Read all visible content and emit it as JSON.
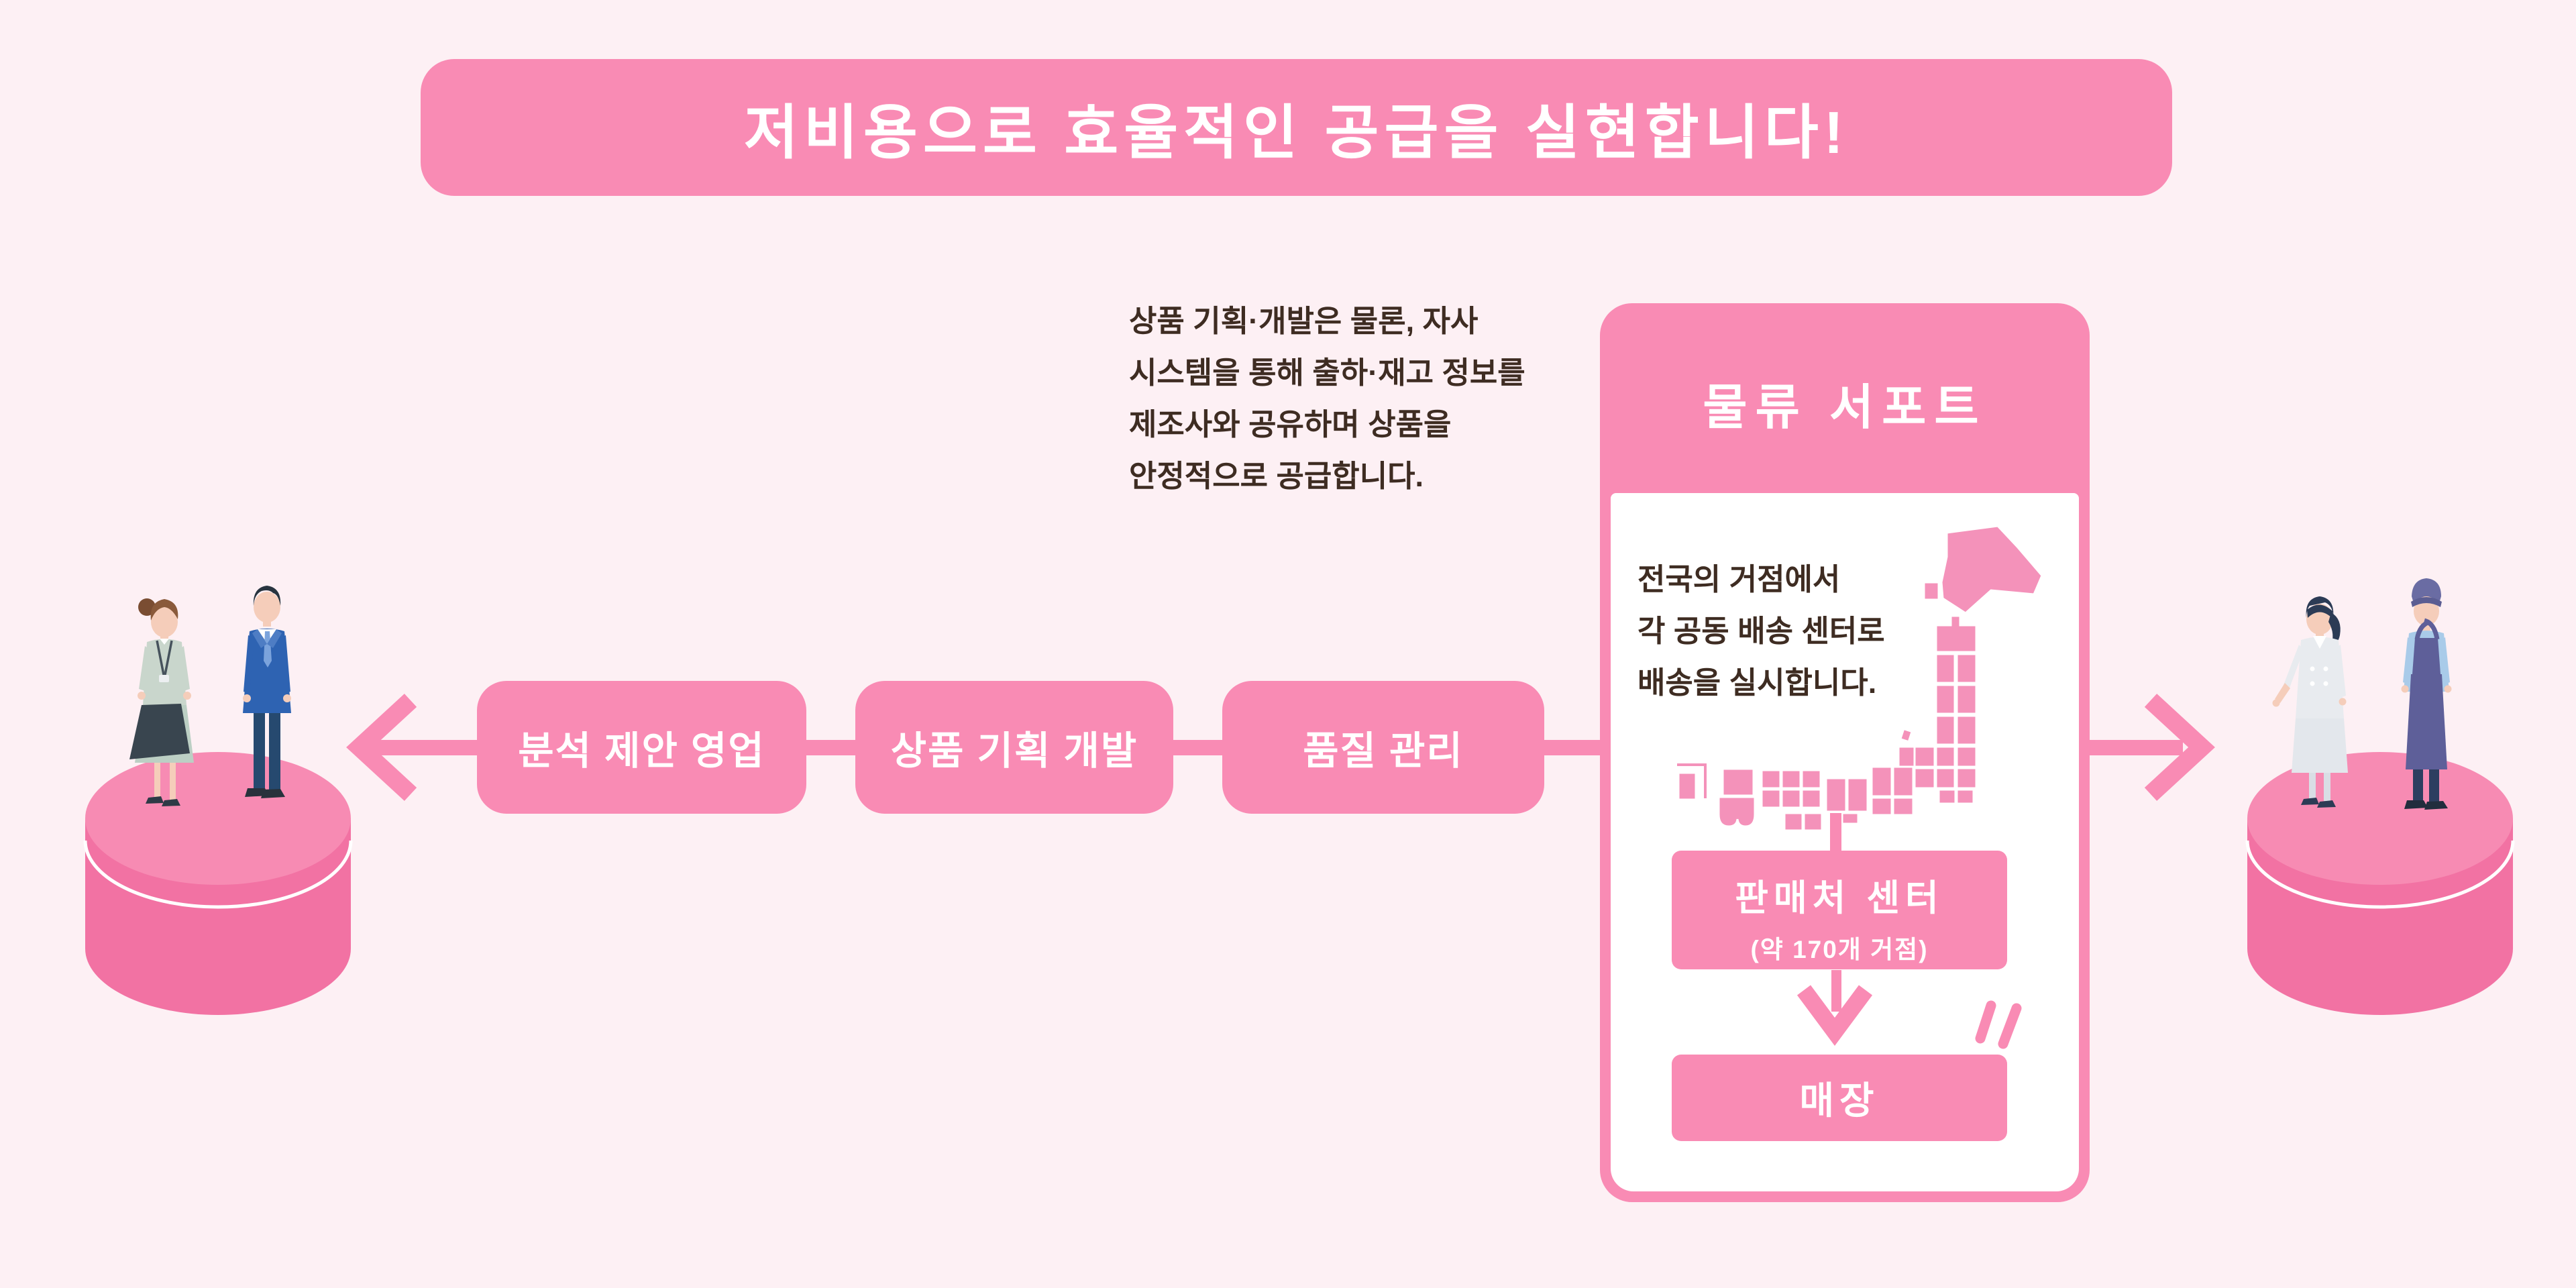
{
  "colors": {
    "background": "#FDF0F4",
    "primary_pink": "#F98BB4",
    "map_pink": "#F492BA",
    "podium_top": "#F78BB3",
    "podium_side": "#F272A3",
    "text_dark": "#3E2C22",
    "white": "#FFFFFF"
  },
  "banner": {
    "title": "저비용으로 효율적인 공급을 실현합니다!"
  },
  "annotation": {
    "lines": [
      "상품 기획·개발은 물론, 자사",
      "시스템을 통해 출하·재고 정보를",
      "제조사와 공유하며 상품을",
      "안정적으로 공급합니다."
    ]
  },
  "flow": {
    "boxes": [
      {
        "label": "분석 제안 영업"
      },
      {
        "label": "상품 기획 개발"
      },
      {
        "label": "품질 관리"
      }
    ]
  },
  "card": {
    "title": "물류 서포트",
    "description_lines": [
      "전국의 거점에서",
      "각 공동 배송 센터로",
      "배송을 실시합니다."
    ],
    "center_box": {
      "title": "판매처 센터",
      "subtitle": "(약 170개 거점)"
    },
    "store_box": {
      "label": "매장"
    }
  },
  "icons": {
    "left_arrow": "←",
    "right_arrow": "→",
    "down_arrow": "↓",
    "emphasis": "〃",
    "japan_map": "japan-map"
  }
}
